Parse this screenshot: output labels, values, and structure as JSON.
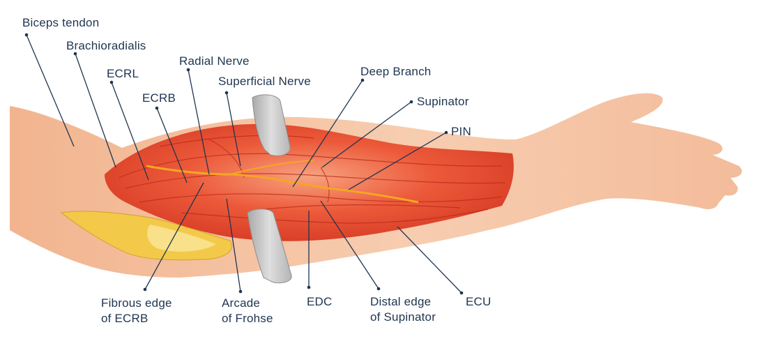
{
  "labels": {
    "biceps_tendon": "Biceps tendon",
    "brachioradialis": "Brachioradialis",
    "ecrl": "ECRL",
    "ecrb": "ECRB",
    "radial_nerve": "Radial Nerve",
    "superficial_nerve": "Superficial Nerve",
    "deep_branch": "Deep Branch",
    "supinator": "Supinator",
    "pin": "PIN",
    "fibrous_edge": [
      "Fibrous edge",
      "of ECRB"
    ],
    "arcade": [
      "Arcade",
      "of Frohse"
    ],
    "edc": "EDC",
    "distal_edge": [
      "Distal edge",
      "of Supinator"
    ],
    "ecu": "ECU"
  },
  "colors": {
    "skin": "#f6c7a6",
    "skin_shadow": "#e8a67f",
    "muscle": "#e8452c",
    "muscle_dark": "#c9311f",
    "nerve": "#f5a623",
    "bone": "#f3c94a",
    "band": "#c9c9c9",
    "text": "#1f3550"
  }
}
